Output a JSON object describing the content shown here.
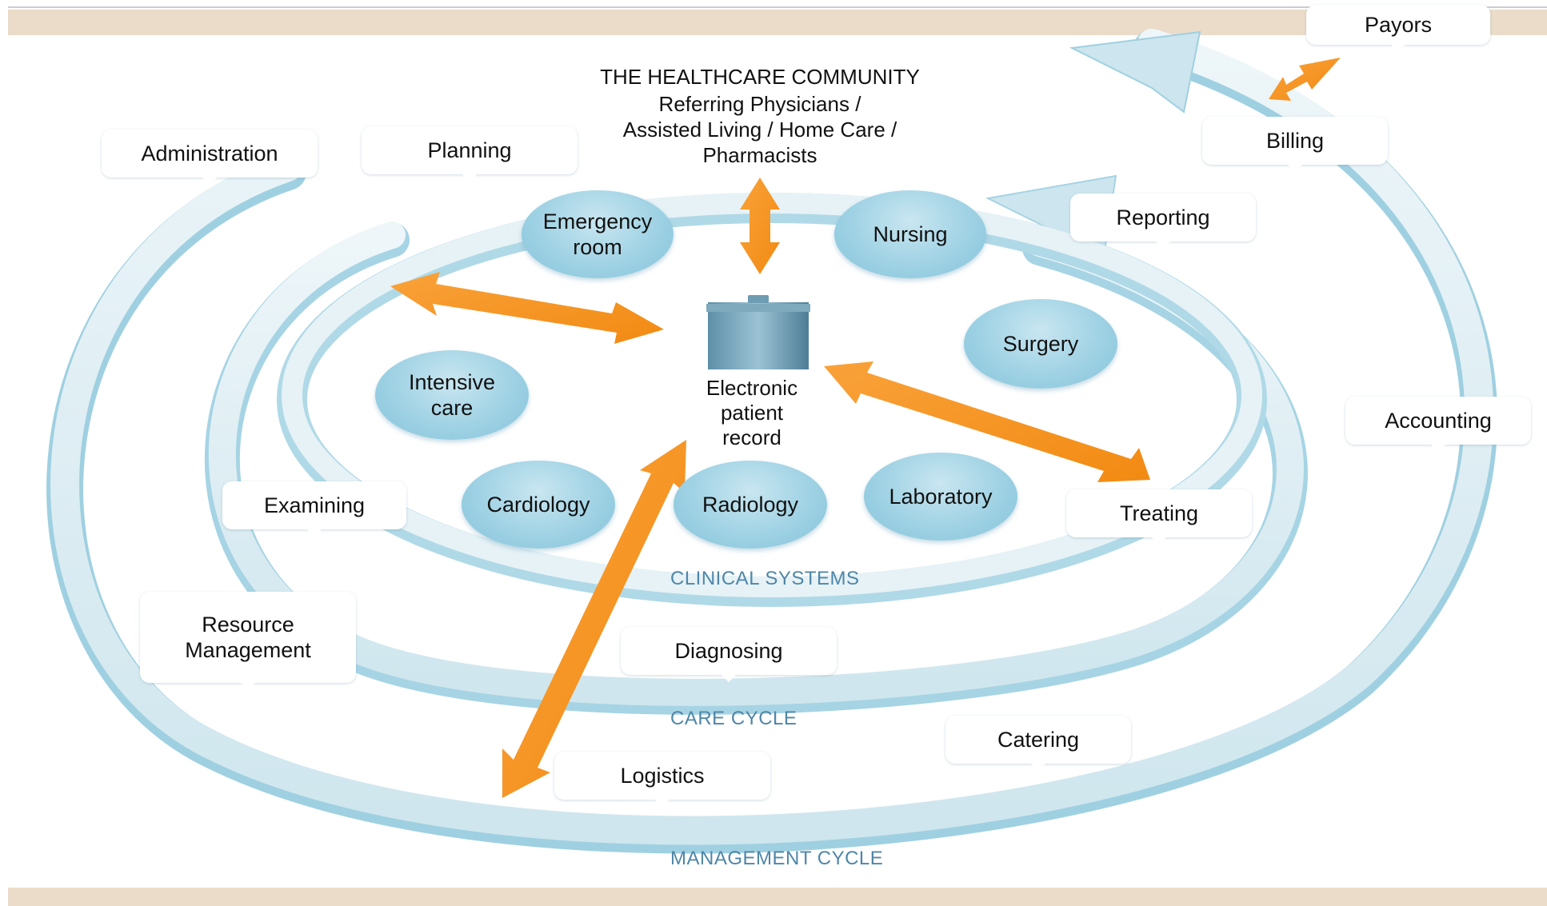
{
  "community": {
    "title": "THE HEALTHCARE COMMUNITY",
    "subtitle": "Referring Physicians /\nAssisted Living / Home Care /\nPharmacists"
  },
  "center": {
    "label": "Electronic\npatient\nrecord"
  },
  "ring_labels": {
    "clinical": "CLINICAL SYSTEMS",
    "care": "CARE CYCLE",
    "management": "MANAGEMENT CYCLE"
  },
  "departments": {
    "emergency": "Emergency\nroom",
    "nursing": "Nursing",
    "surgery": "Surgery",
    "intensive": "Intensive\ncare",
    "cardiology": "Cardiology",
    "radiology": "Radiology",
    "laboratory": "Laboratory"
  },
  "processes": {
    "payors": "Payors",
    "administration": "Administration",
    "planning": "Planning",
    "billing": "Billing",
    "reporting": "Reporting",
    "accounting": "Accounting",
    "examining": "Examining",
    "treating": "Treating",
    "resource_management": "Resource\nManagement",
    "diagnosing": "Diagnosing",
    "catering": "Catering",
    "logistics": "Logistics"
  },
  "colors": {
    "arrow": "#f7941d",
    "ring": "#b9dde9",
    "band": "#eadcc9",
    "ring_label": "#4f86a8"
  }
}
